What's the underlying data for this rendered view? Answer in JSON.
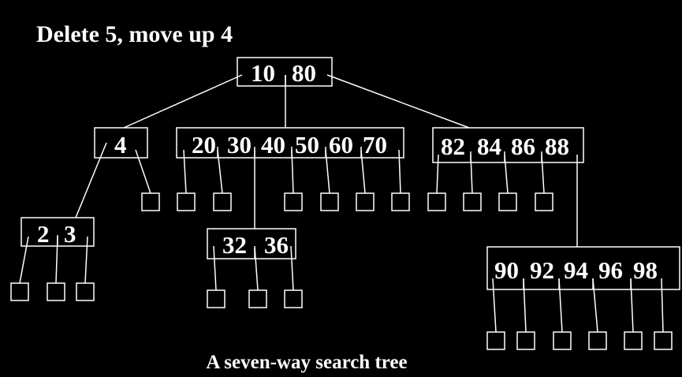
{
  "title": "Delete 5, move up 4",
  "caption": "A seven-way search tree",
  "colors": {
    "background": "#000000",
    "foreground": "#ffffff"
  },
  "nodes": {
    "root": {
      "keys": [
        "10",
        "80"
      ]
    },
    "left": {
      "keys": [
        "4"
      ]
    },
    "middle": {
      "keys": [
        "20",
        "30",
        "40",
        "50",
        "60",
        "70"
      ]
    },
    "right": {
      "keys": [
        "82",
        "84",
        "86",
        "88"
      ]
    },
    "left-child": {
      "keys": [
        "2",
        "3"
      ]
    },
    "middle-child": {
      "keys": [
        "32",
        "36"
      ]
    },
    "right-child": {
      "keys": [
        "90",
        "92",
        "94",
        "96",
        "98"
      ]
    }
  }
}
